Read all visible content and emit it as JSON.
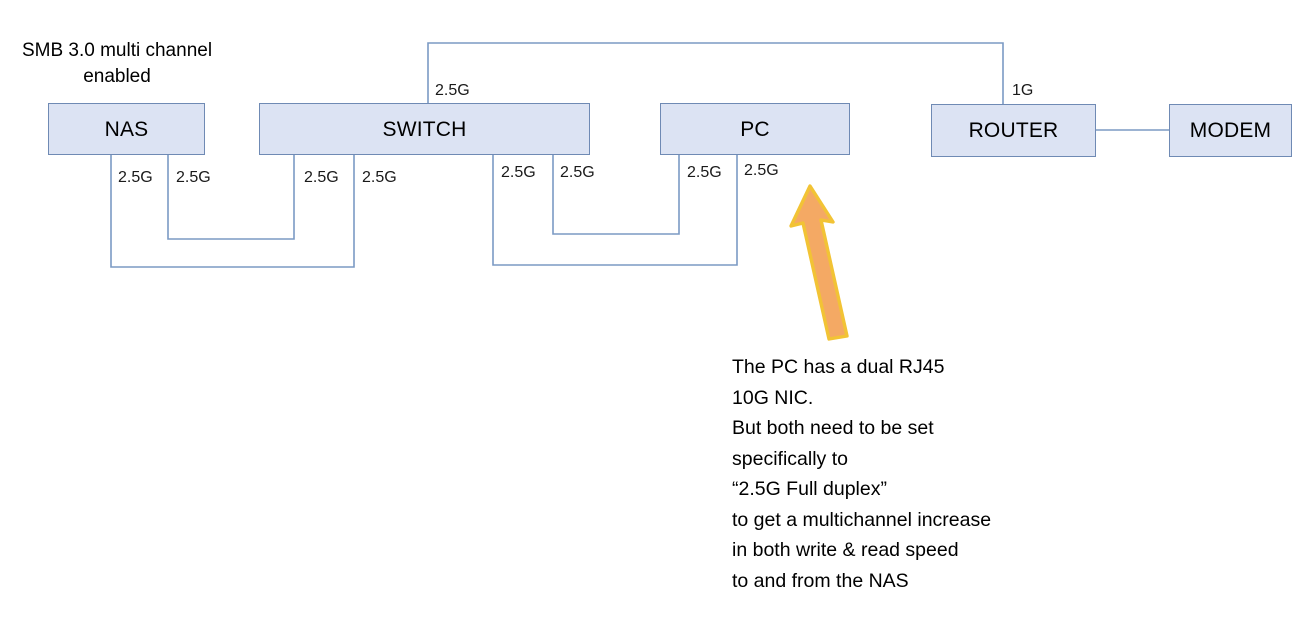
{
  "diagram": {
    "title": "SMB 3.0 multi channel\nenabled",
    "colors": {
      "node_fill": "#dce3f3",
      "node_border": "#6f8ab4",
      "wire": "#7b9ac4",
      "arrow_fill": "#f4a964",
      "arrow_stroke": "#f2c335",
      "background": "#ffffff",
      "text": "#000000"
    },
    "nodes": [
      {
        "id": "nas",
        "label": "NAS"
      },
      {
        "id": "switch",
        "label": "SWITCH"
      },
      {
        "id": "pc",
        "label": "PC"
      },
      {
        "id": "router",
        "label": "ROUTER"
      },
      {
        "id": "modem",
        "label": "MODEM"
      }
    ],
    "link_labels": [
      {
        "id": "switch-router-top",
        "text": "2.5G"
      },
      {
        "id": "router-uplink",
        "text": "1G"
      },
      {
        "id": "nas-port-1",
        "text": "2.5G"
      },
      {
        "id": "nas-port-2",
        "text": "2.5G"
      },
      {
        "id": "switch-port-1",
        "text": "2.5G"
      },
      {
        "id": "switch-port-2",
        "text": "2.5G"
      },
      {
        "id": "switch-port-3",
        "text": "2.5G"
      },
      {
        "id": "switch-port-4",
        "text": "2.5G"
      },
      {
        "id": "pc-port-1",
        "text": "2.5G"
      },
      {
        "id": "pc-port-2",
        "text": "2.5G"
      }
    ],
    "note": "The PC has a dual  RJ45\n10G NIC.\nBut both need to be set\nspecifically to\n“2.5G Full duplex”\nto get a multichannel increase\nin both write & read speed\n to and from the NAS",
    "arrow": {
      "id": "callout-arrow",
      "direction": "up"
    }
  }
}
